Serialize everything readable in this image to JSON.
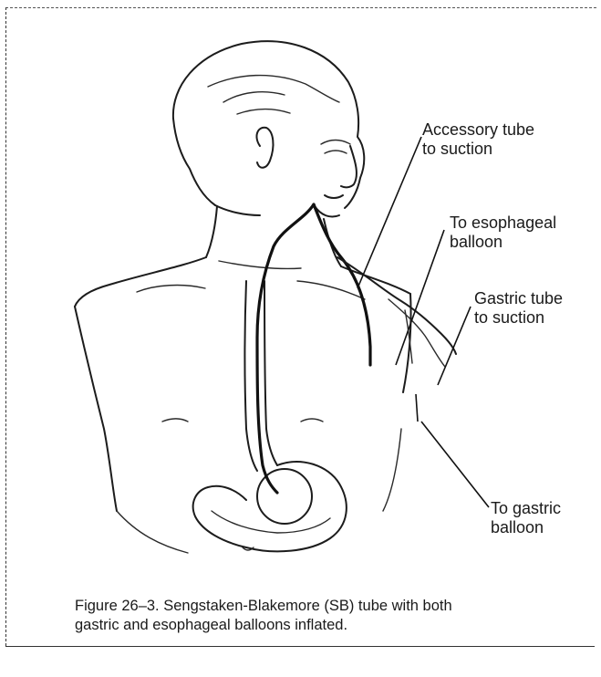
{
  "labels": {
    "accessory_line1": "Accessory tube",
    "accessory_line2": "to suction",
    "esophageal_line1": "To esophageal",
    "esophageal_line2": "balloon",
    "gastric_tube_line1": "Gastric tube",
    "gastric_tube_line2": "to suction",
    "gastric_balloon_line1": "To gastric",
    "gastric_balloon_line2": "balloon"
  },
  "caption": {
    "figure_number": "Figure 26–3.",
    "text_line1": "Sengstaken-Blakemore (SB) tube with both",
    "text_line2": "gastric and esophageal balloons inflated."
  }
}
